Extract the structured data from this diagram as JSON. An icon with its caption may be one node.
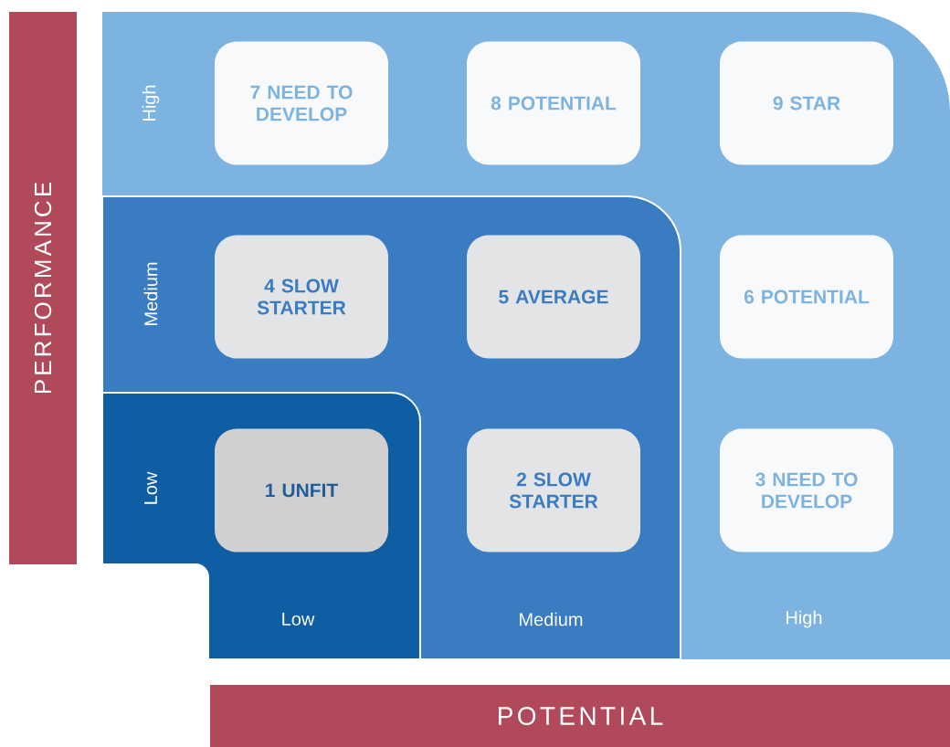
{
  "diagram": {
    "nodes": [
      {
        "text": [
          "PERFORMANCE"
        ]
      },
      {
        "text": [
          "7 NEED TO DEVELOP"
        ]
      },
      {
        "text": [
          "8 POTENTIAL"
        ]
      },
      {
        "text": [
          "9 STAR"
        ]
      },
      {
        "text": [
          "4 SLOW STARTER"
        ]
      },
      {
        "text": [
          "5 AVERAGE"
        ]
      },
      {
        "text": [
          "6 POTENTIAL"
        ]
      },
      {
        "text": [
          "1 UNFIT"
        ]
      },
      {
        "text": [
          "2 SLOW STARTER"
        ]
      },
      {
        "text": [
          "3 NEED TO DEVELOP"
        ]
      },
      {
        "text": [
          "POTENTIAL"
        ]
      }
    ],
    "labels": [
      "High",
      "Medium",
      "Low",
      "Low",
      "Medium",
      "High"
    ]
  }
}
